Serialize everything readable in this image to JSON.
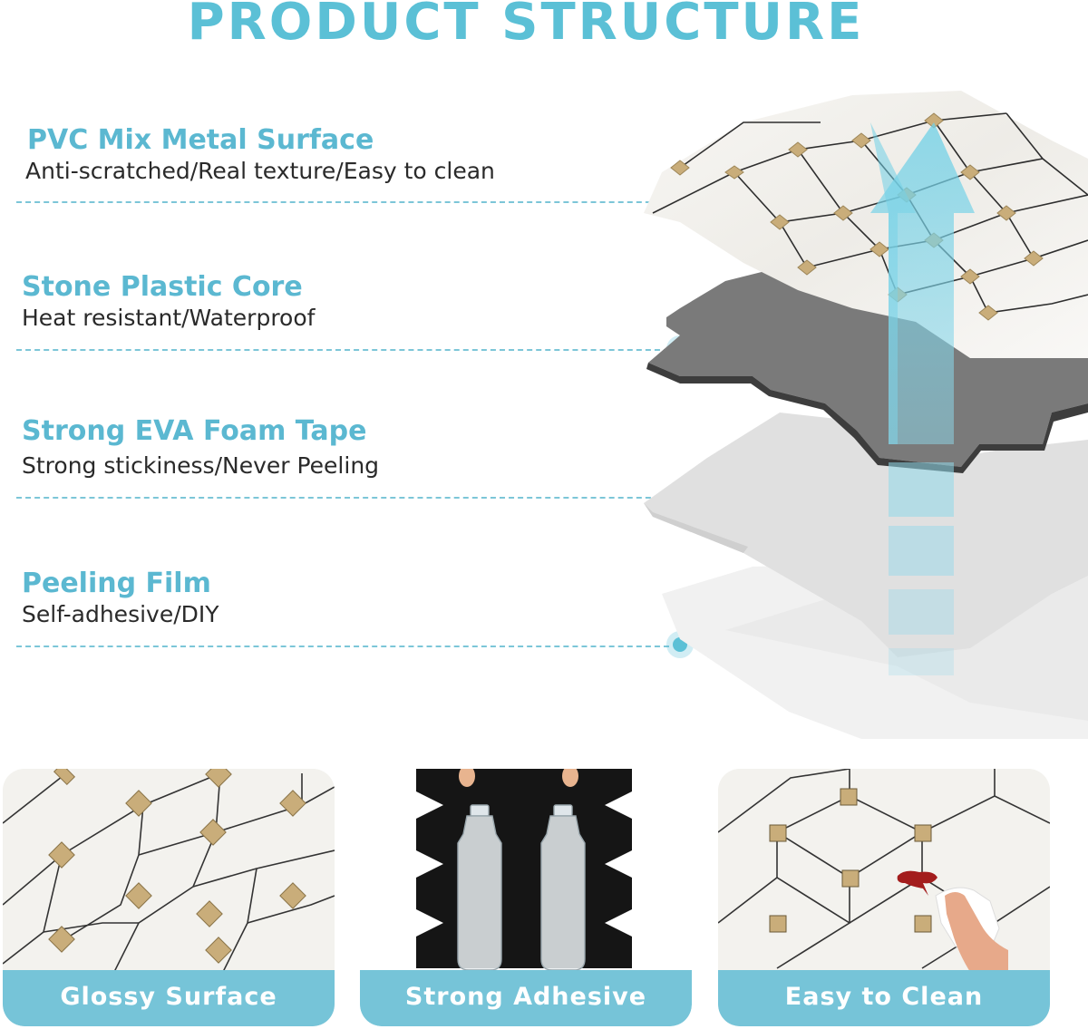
{
  "title": "PRODUCT STRUCTURE",
  "layers": [
    {
      "title": "PVC Mix Metal Surface",
      "description": "Anti-scratched/Real texture/Easy to clean"
    },
    {
      "title": "Stone Plastic Core",
      "description": "Heat resistant/Waterproof"
    },
    {
      "title": "Strong EVA Foam Tape",
      "description": "Strong stickiness/Never Peeling"
    },
    {
      "title": "Peeling Film",
      "description": "Self-adhesive/DIY"
    }
  ],
  "features": [
    {
      "label": "Glossy Surface"
    },
    {
      "label": "Strong Adhesive"
    },
    {
      "label": "Easy to Clean"
    }
  ],
  "colors": {
    "accent": "#5bc0d6",
    "label_band": "#76c4d8",
    "core_gray": "#7a7a7a",
    "metal_gold": "#c9ad7a"
  }
}
